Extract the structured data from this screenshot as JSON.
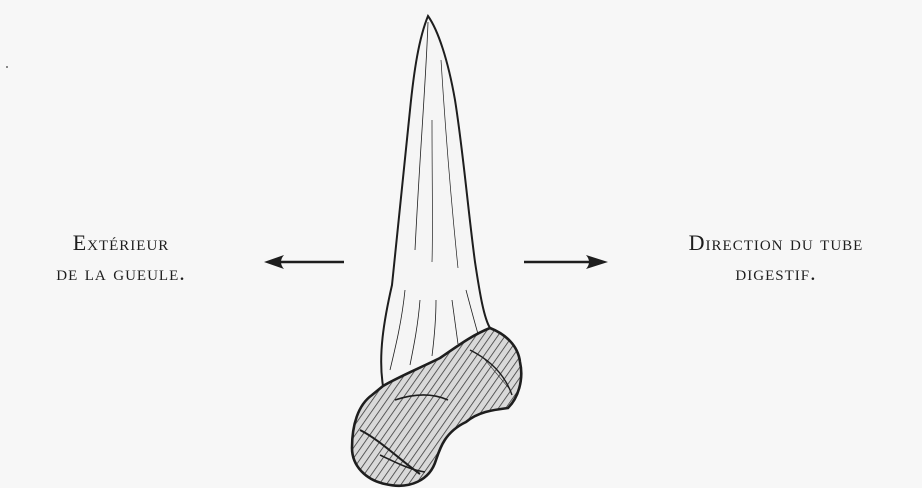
{
  "labels": {
    "left": {
      "line1": "Extérieur",
      "line2": "de la gueule."
    },
    "right": {
      "line1": "Direction du tube",
      "line2": "digestif."
    }
  },
  "colors": {
    "ink": "#1e1e1e",
    "paper": "#f7f7f7"
  },
  "icons": {
    "left_arrow": "arrow-left-icon",
    "right_arrow": "arrow-right-icon"
  }
}
